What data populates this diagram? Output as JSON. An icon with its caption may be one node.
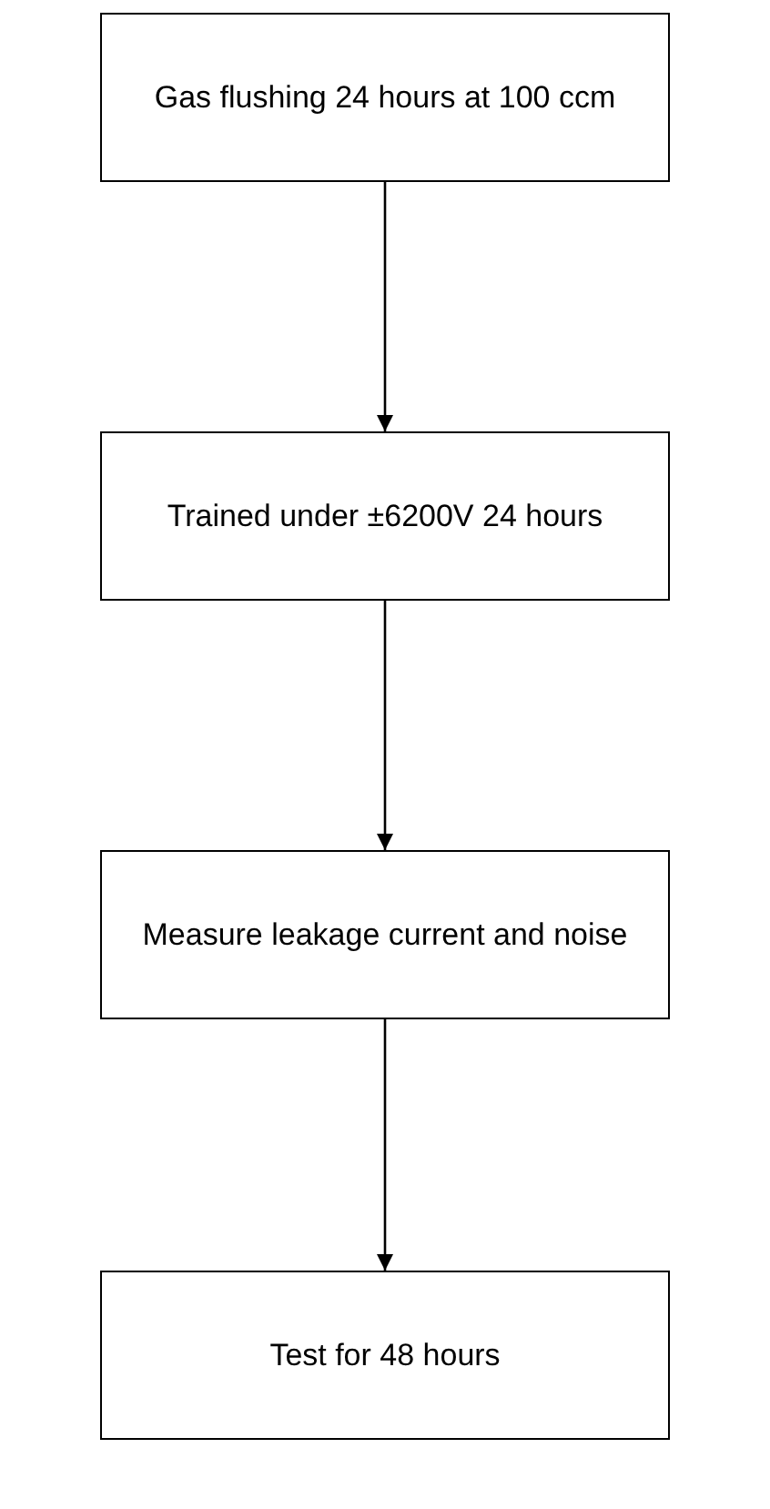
{
  "diagram": {
    "nodes": [
      {
        "text": [
          "Gas flushing 24 hours at 100 ccm"
        ]
      },
      {
        "text": [
          "Trained under ±6200V 24 hours"
        ]
      },
      {
        "text": [
          "Measure leakage current and noise"
        ]
      },
      {
        "text": [
          "Test for 48 hours"
        ]
      }
    ],
    "edges": [
      {
        "from": 0,
        "to": 1,
        "arrow": "to"
      },
      {
        "from": 1,
        "to": 2,
        "arrow": "to"
      },
      {
        "from": 2,
        "to": 3,
        "arrow": "to"
      }
    ]
  }
}
